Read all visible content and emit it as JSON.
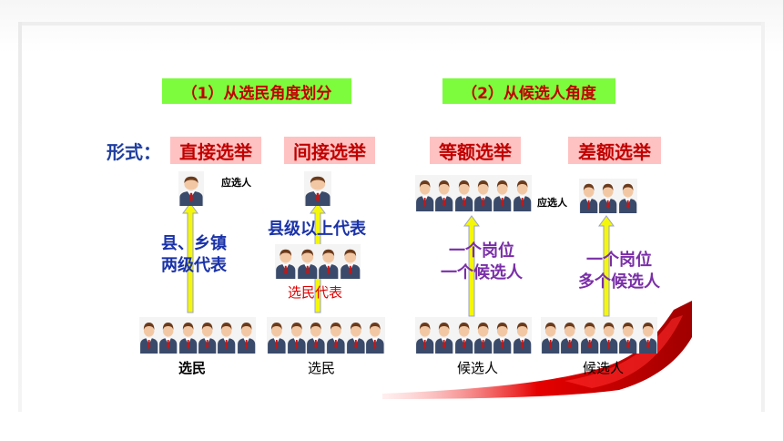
{
  "sections": {
    "left_title": "（1）从选民角度划分",
    "right_title": "（2）从候选人角度"
  },
  "form_label": "形式：",
  "forms": {
    "direct": "直接选举",
    "indirect": "间接选举",
    "equal": "等额选举",
    "differential": "差额选举"
  },
  "labels": {
    "candidate_direct": "应选人",
    "candidate_equal": "应选人",
    "county_town": "县、乡镇\n两级代表",
    "county_above": "县级以上代表",
    "voter_reps": "选民代表",
    "equal_desc": "一个岗位\n一个候选人",
    "diff_desc": "一个岗位\n多个候选人",
    "voters_direct": "选民",
    "voters_indirect": "选民",
    "candidates_equal": "候选人",
    "candidates_diff": "候选人"
  },
  "colors": {
    "title_bg": "#7cfc3c",
    "title_text": "#c00000",
    "form_box_bg": "#ffc2c2",
    "form_label": "#1f3ea0",
    "arrow_fill": "#f4f70a",
    "ribbon": "#d40000"
  },
  "icons": {
    "person": "businessman-icon",
    "arrow": "up-arrow-icon",
    "ribbon": "red-flag-ribbon"
  }
}
